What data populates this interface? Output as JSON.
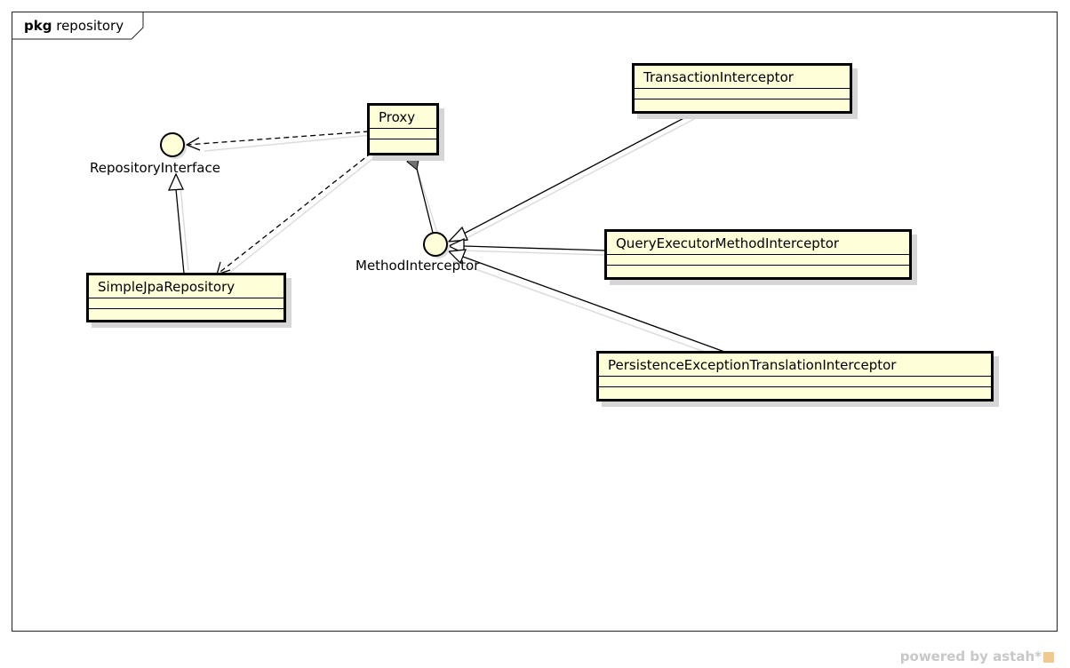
{
  "package": {
    "keyword": "pkg",
    "name": "repository"
  },
  "classes": {
    "proxy": "Proxy",
    "simple_jpa_repository": "SimpleJpaRepository",
    "transaction_interceptor": "TransactionInterceptor",
    "query_executor_method_interceptor": "QueryExecutorMethodInterceptor",
    "persistence_exception_translation_interceptor": "PersistenceExceptionTranslationInterceptor"
  },
  "interfaces": {
    "repository_interface": "RepositoryInterface",
    "method_interceptor": "MethodInterceptor"
  },
  "relationships": [
    {
      "type": "dependency",
      "from": "Proxy",
      "to": "RepositoryInterface"
    },
    {
      "type": "dependency",
      "from": "Proxy",
      "to": "SimpleJpaRepository"
    },
    {
      "type": "composition",
      "from": "Proxy",
      "to": "MethodInterceptor"
    },
    {
      "type": "realization",
      "from": "SimpleJpaRepository",
      "to": "RepositoryInterface"
    },
    {
      "type": "realization",
      "from": "TransactionInterceptor",
      "to": "MethodInterceptor"
    },
    {
      "type": "realization",
      "from": "QueryExecutorMethodInterceptor",
      "to": "MethodInterceptor"
    },
    {
      "type": "realization",
      "from": "PersistenceExceptionTranslationInterceptor",
      "to": "MethodInterceptor"
    }
  ],
  "colors": {
    "class_fill": "#fefed8",
    "stroke": "#000000",
    "shadow": "#d6d6d6"
  },
  "watermark": {
    "text": "powered by astah*"
  }
}
